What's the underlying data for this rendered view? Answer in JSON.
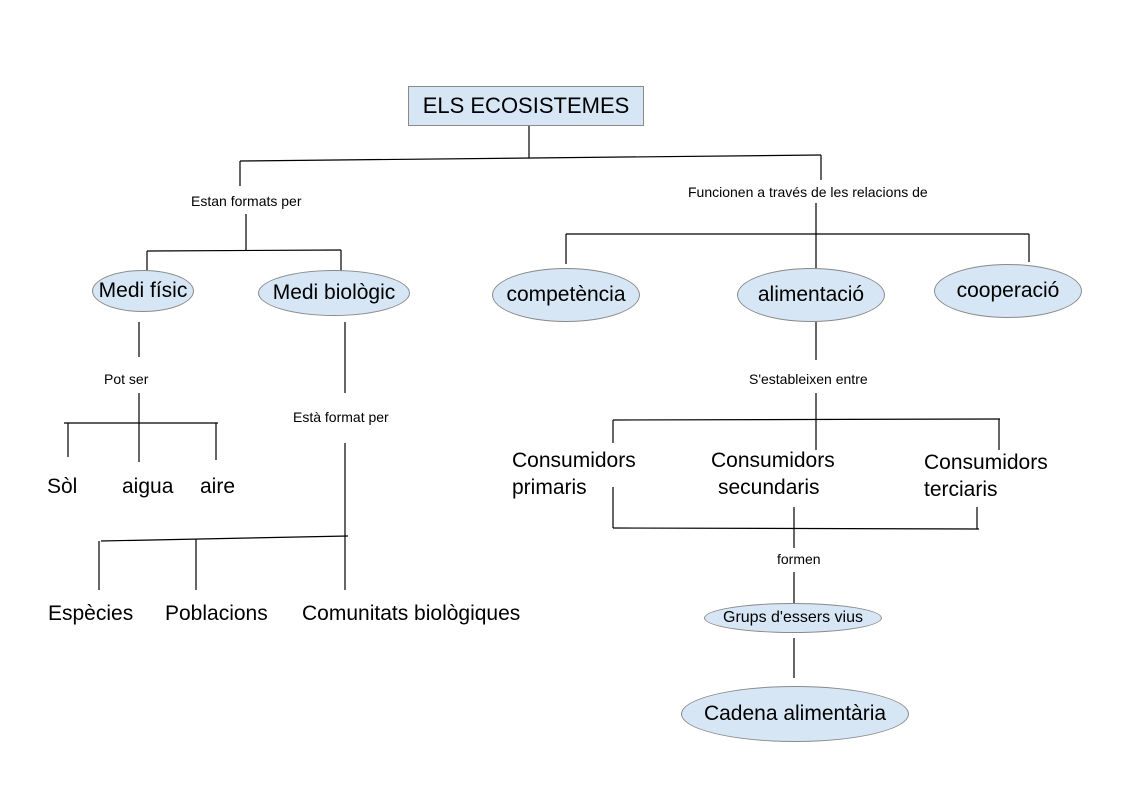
{
  "root": {
    "label": "ELS ECOSISTEMES"
  },
  "left_branch": {
    "connector": "Estan formats per",
    "medi_fisic": {
      "label": "Medi físic",
      "connector": "Pot ser",
      "children": [
        "Sòl",
        "aigua",
        "aire"
      ]
    },
    "medi_biologic": {
      "label": "Medi biològic",
      "connector": "Està format per",
      "children": [
        "Espècies",
        "Poblacions",
        "Comunitats biològiques"
      ]
    }
  },
  "right_branch": {
    "connector": "Funcionen a través de les relacions de",
    "relations": [
      "competència",
      "alimentació",
      "cooperació"
    ],
    "alimentacio": {
      "connector": "S'estableixen entre",
      "consumers": [
        [
          "Consumidors",
          "primaris"
        ],
        [
          "Consumidors",
          "secundaris"
        ],
        [
          "Consumidors",
          "terciaris"
        ]
      ],
      "connector2": "formen",
      "groups": "Grups d'essers vius",
      "result": "Cadena alimentària"
    }
  },
  "colors": {
    "node_fill": "#d6e6f5",
    "node_border": "#8a8a8a",
    "line": "#000000"
  }
}
